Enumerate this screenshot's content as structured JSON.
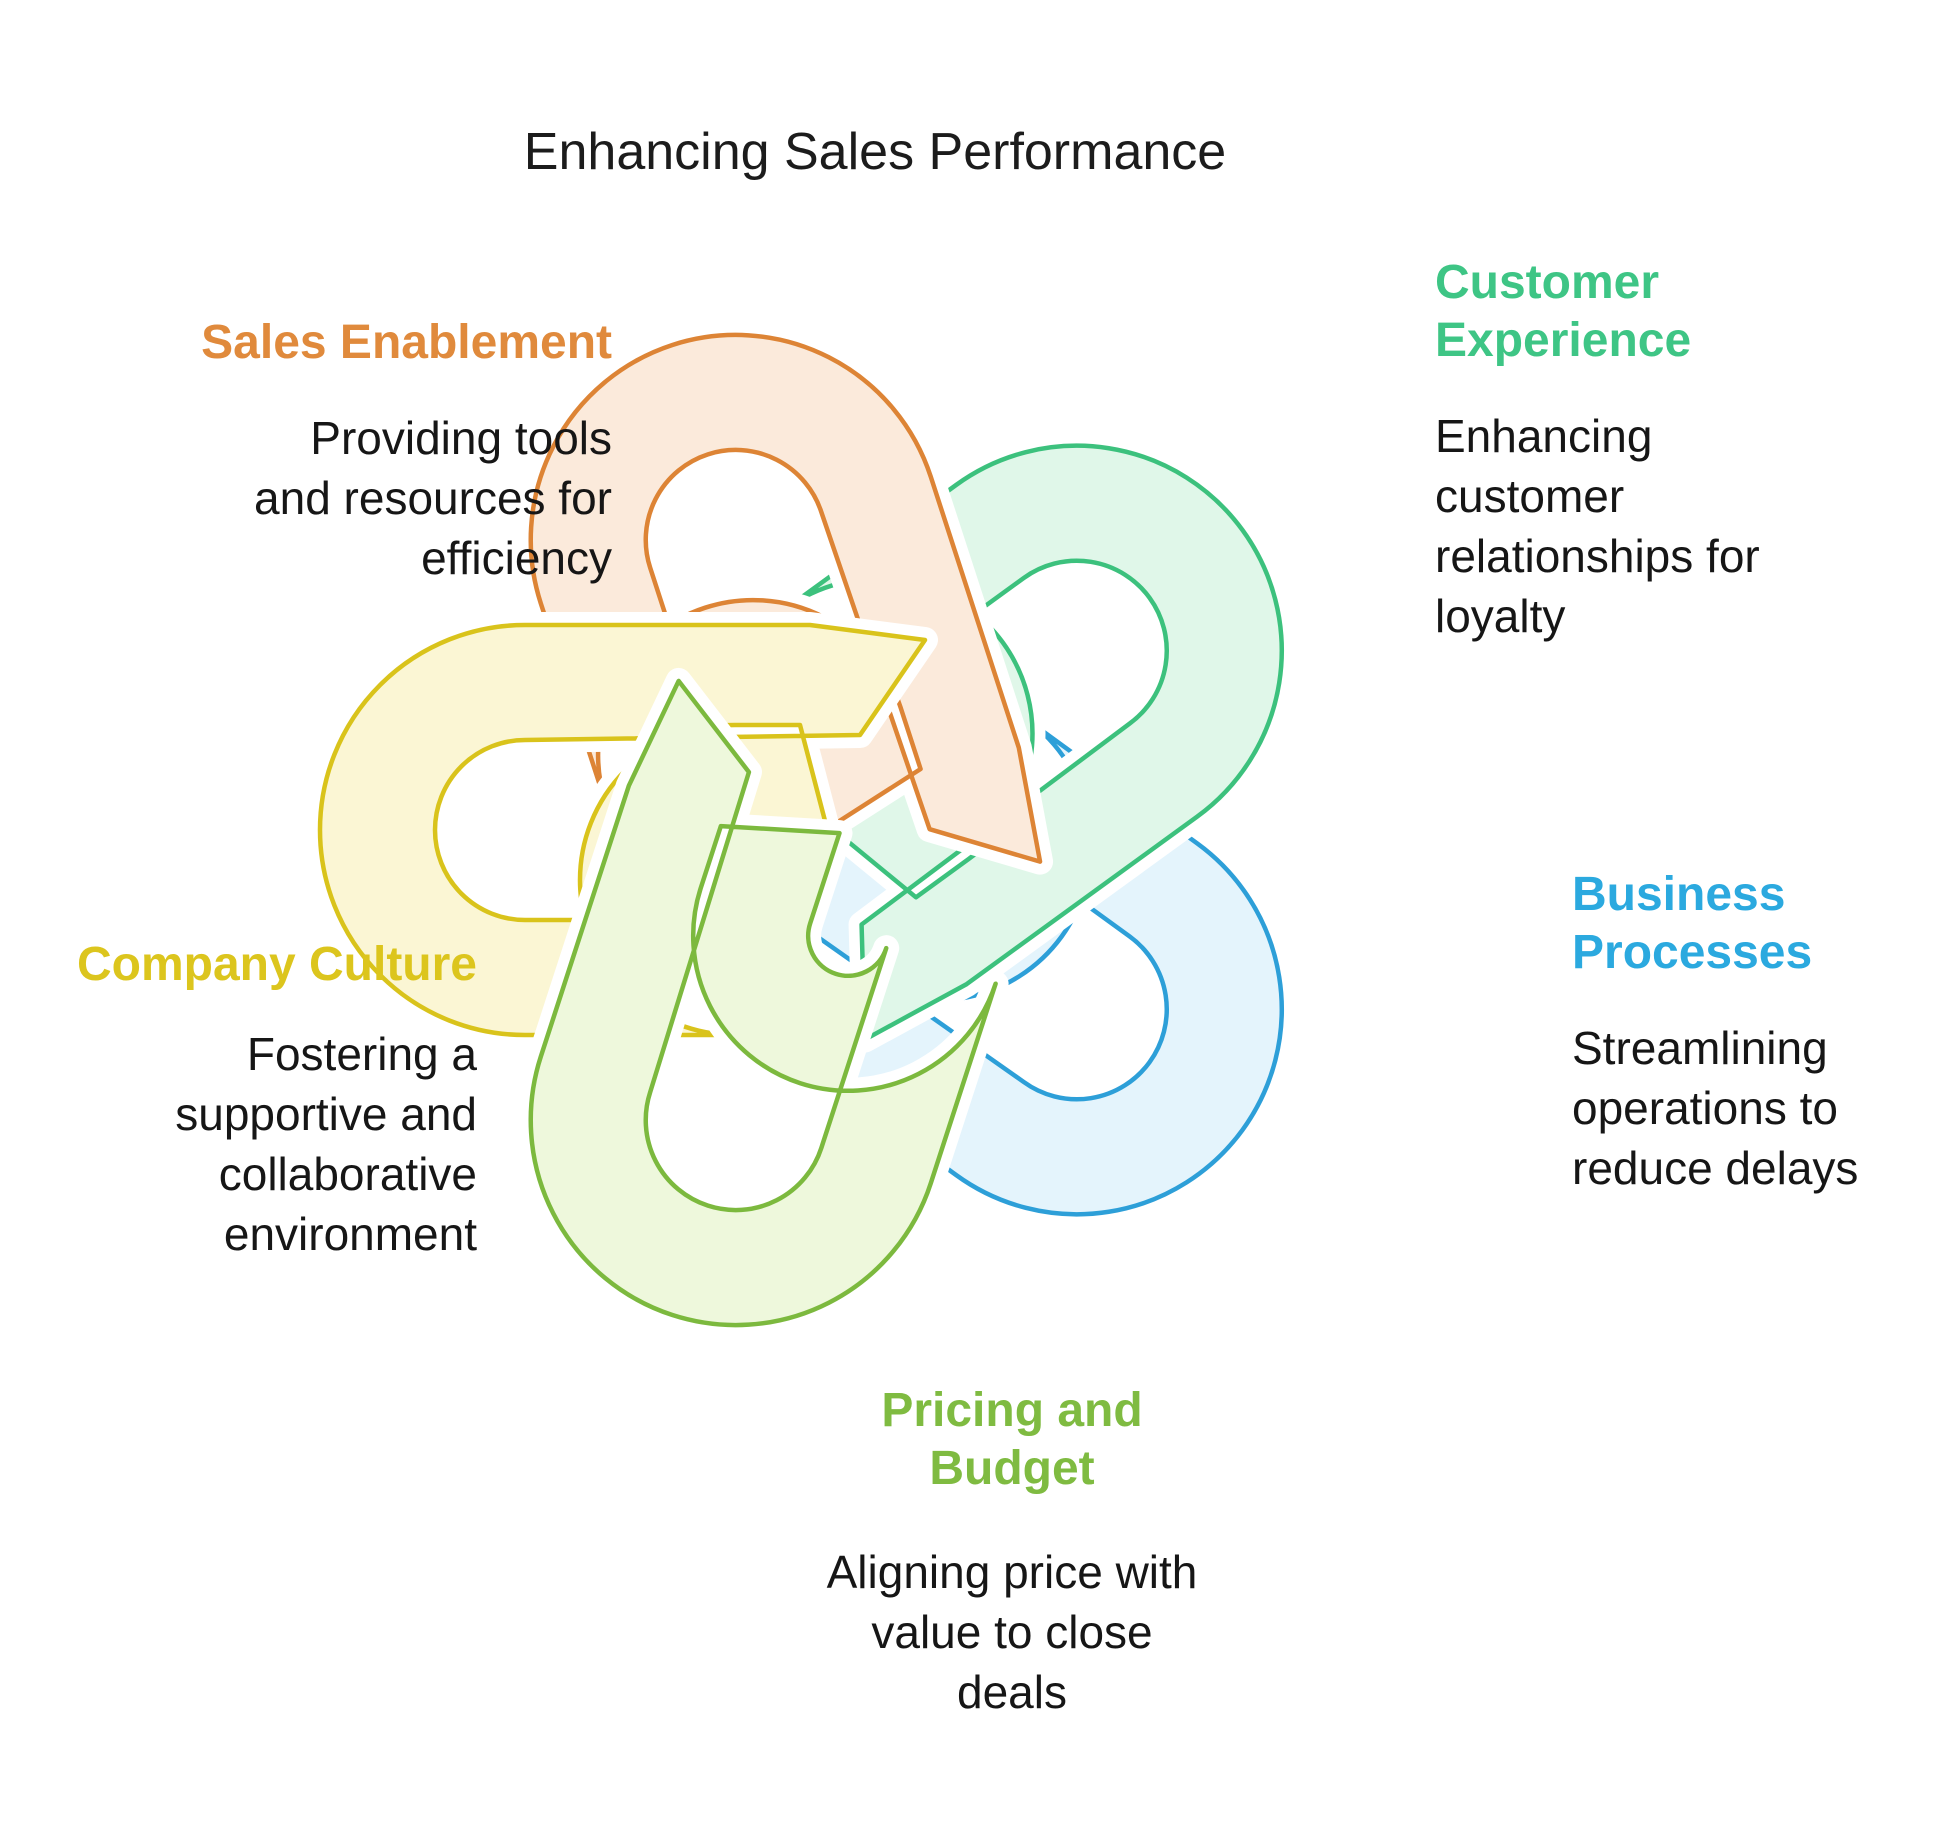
{
  "title": "Enhancing Sales Performance",
  "nodes": [
    {
      "id": "sales-enablement",
      "label": "Sales Enablement",
      "description": "Providing tools and resources for efficiency",
      "desc_lines": [
        "Providing tools",
        "and resources for",
        "efficiency"
      ],
      "label_color": "#E08A3C",
      "loop": {
        "stroke": "#DD8435",
        "fill": "#FBEADB"
      }
    },
    {
      "id": "customer-experience",
      "label": "Customer Experience",
      "label_lines": [
        "Customer",
        "Experience"
      ],
      "description": "Enhancing customer relationships for loyalty",
      "desc_lines": [
        "Enhancing",
        "customer",
        "relationships for",
        "loyalty"
      ],
      "label_color": "#3EC585",
      "loop": {
        "stroke": "#3CC17D",
        "fill": "#E0F7E9"
      }
    },
    {
      "id": "business-processes",
      "label": "Business Processes",
      "label_lines": [
        "Business",
        "Processes"
      ],
      "description": "Streamlining operations to reduce delays",
      "desc_lines": [
        "Streamlining",
        "operations to",
        "reduce delays"
      ],
      "label_color": "#2BA9DF",
      "loop": {
        "stroke": "#2D9FD8",
        "fill": "#E4F4FC"
      }
    },
    {
      "id": "pricing-and-budget",
      "label": "Pricing and Budget",
      "label_lines": [
        "Pricing and",
        "Budget"
      ],
      "description": "Aligning price with value to close deals",
      "desc_lines": [
        "Aligning price with",
        "value to close",
        "deals"
      ],
      "label_color": "#7FBB41",
      "loop": {
        "stroke": "#7CB93E",
        "fill": "#EEF8DC"
      }
    },
    {
      "id": "company-culture",
      "label": "Company Culture",
      "description": "Fostering a supportive and collaborative environment",
      "desc_lines": [
        "Fostering a",
        "supportive and",
        "collaborative",
        "environment"
      ],
      "label_color": "#DCC51D",
      "loop": {
        "stroke": "#D9C31B",
        "fill": "#FBF6D4"
      }
    }
  ]
}
